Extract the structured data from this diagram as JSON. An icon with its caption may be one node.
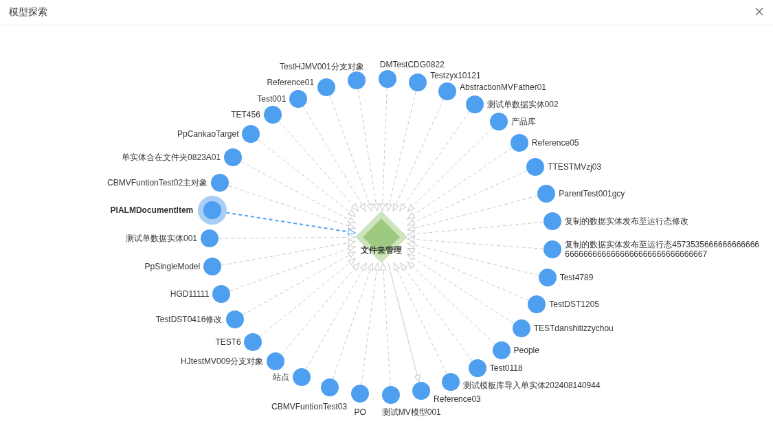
{
  "diagram": {
    "title": "模型探索",
    "nodes": [
      {
        "text": [
          "文件夹管理"
        ]
      },
      {
        "text": [
          "DMTestCDG0822"
        ]
      },
      {
        "text": [
          "Testzyx10121"
        ]
      },
      {
        "text": [
          "AbstractionMVFather01"
        ]
      },
      {
        "text": [
          "测试单数据实体002"
        ]
      },
      {
        "text": [
          "产品库"
        ]
      },
      {
        "text": [
          "Reference05"
        ]
      },
      {
        "text": [
          "TTESTMVzj03"
        ]
      },
      {
        "text": [
          "ParentTest001gcy"
        ]
      },
      {
        "text": [
          "复制的数据实体发布至运行态修改"
        ]
      },
      {
        "text": [
          "复制的数据实体发布至运行态45735356666666666666666666666666666666666666666667"
        ]
      },
      {
        "text": [
          "Test4789"
        ]
      },
      {
        "text": [
          "TestDST1205"
        ]
      },
      {
        "text": [
          "TESTdanshitizzychou"
        ]
      },
      {
        "text": [
          "People"
        ]
      },
      {
        "text": [
          "Test0118"
        ]
      },
      {
        "text": [
          "测试模板库导入单实体202408140944"
        ]
      },
      {
        "text": [
          "Reference03"
        ]
      },
      {
        "text": [
          "测试MV模型001"
        ]
      },
      {
        "text": [
          "PO"
        ]
      },
      {
        "text": [
          "CBMVFuntionTest03"
        ]
      },
      {
        "text": [
          "站点"
        ]
      },
      {
        "text": [
          "HJtestMV009分支对象"
        ]
      },
      {
        "text": [
          "TEST6"
        ]
      },
      {
        "text": [
          "TestDST0416修改"
        ]
      },
      {
        "text": [
          "HGD11111"
        ]
      },
      {
        "text": [
          "PpSingleModel"
        ]
      },
      {
        "text": [
          "测试单数据实体001"
        ]
      },
      {
        "text": [
          "PIALMDocumentItem"
        ]
      },
      {
        "text": [
          "CBMVFuntionTest02主对象"
        ]
      },
      {
        "text": [
          "单实体合在文件夹0823A01"
        ]
      },
      {
        "text": [
          "PpCankaoTarget"
        ]
      },
      {
        "text": [
          "TET456"
        ]
      },
      {
        "text": [
          "Test001"
        ]
      },
      {
        "text": [
          "Reference01"
        ]
      },
      {
        "text": [
          "TestHJMV001分支对象"
        ]
      }
    ],
    "edges": [
      {
        "from": 1,
        "to": 0,
        "arrow": "to",
        "style": "dashed"
      },
      {
        "from": 2,
        "to": 0,
        "arrow": "to",
        "style": "dashed"
      },
      {
        "from": 3,
        "to": 0,
        "arrow": "to",
        "style": "dashed"
      },
      {
        "from": 4,
        "to": 0,
        "arrow": "to",
        "style": "dashed"
      },
      {
        "from": 5,
        "to": 0,
        "arrow": "to",
        "style": "dashed"
      },
      {
        "from": 6,
        "to": 0,
        "arrow": "to",
        "style": "dashed"
      },
      {
        "from": 7,
        "to": 0,
        "arrow": "to",
        "style": "dashed"
      },
      {
        "from": 8,
        "to": 0,
        "arrow": "to",
        "style": "dashed"
      },
      {
        "from": 9,
        "to": 0,
        "arrow": "to",
        "style": "dashed"
      },
      {
        "from": 10,
        "to": 0,
        "arrow": "to",
        "style": "dashed"
      },
      {
        "from": 11,
        "to": 0,
        "arrow": "to",
        "style": "dashed"
      },
      {
        "from": 12,
        "to": 0,
        "arrow": "to",
        "style": "dashed"
      },
      {
        "from": 13,
        "to": 0,
        "arrow": "to",
        "style": "dashed"
      },
      {
        "from": 14,
        "to": 0,
        "arrow": "to",
        "style": "dashed"
      },
      {
        "from": 15,
        "to": 0,
        "arrow": "to",
        "style": "dashed"
      },
      {
        "from": 16,
        "to": 0,
        "arrow": "to",
        "style": "dashed"
      },
      {
        "from": 0,
        "to": 17,
        "arrow": "to"
      },
      {
        "from": 18,
        "to": 0,
        "arrow": "to",
        "style": "dashed"
      },
      {
        "from": 19,
        "to": 0,
        "arrow": "to",
        "style": "dashed"
      },
      {
        "from": 20,
        "to": 0,
        "arrow": "to",
        "style": "dashed"
      },
      {
        "from": 21,
        "to": 0,
        "arrow": "to",
        "style": "dashed"
      },
      {
        "from": 22,
        "to": 0,
        "arrow": "to",
        "style": "dashed"
      },
      {
        "from": 23,
        "to": 0,
        "arrow": "to",
        "style": "dashed"
      },
      {
        "from": 24,
        "to": 0,
        "arrow": "to",
        "style": "dashed"
      },
      {
        "from": 25,
        "to": 0,
        "arrow": "to",
        "style": "dashed"
      },
      {
        "from": 26,
        "to": 0,
        "arrow": "to",
        "style": "dashed"
      },
      {
        "from": 27,
        "to": 0,
        "arrow": "to",
        "style": "dashed"
      },
      {
        "from": 28,
        "to": 0,
        "arrow": "to",
        "style": "dashed",
        "color": "#4e9ff0"
      },
      {
        "from": 29,
        "to": 0,
        "arrow": "to",
        "style": "dashed"
      },
      {
        "from": 30,
        "to": 0,
        "arrow": "to",
        "style": "dashed"
      },
      {
        "from": 31,
        "to": 0,
        "arrow": "to",
        "style": "dashed"
      },
      {
        "from": 32,
        "to": 0,
        "arrow": "to",
        "style": "dashed"
      },
      {
        "from": 33,
        "to": 0,
        "arrow": "to",
        "style": "dashed"
      },
      {
        "from": 34,
        "to": 0,
        "arrow": "to",
        "style": "dashed"
      },
      {
        "from": 35,
        "to": 0,
        "arrow": "to",
        "style": "dashed"
      }
    ]
  }
}
